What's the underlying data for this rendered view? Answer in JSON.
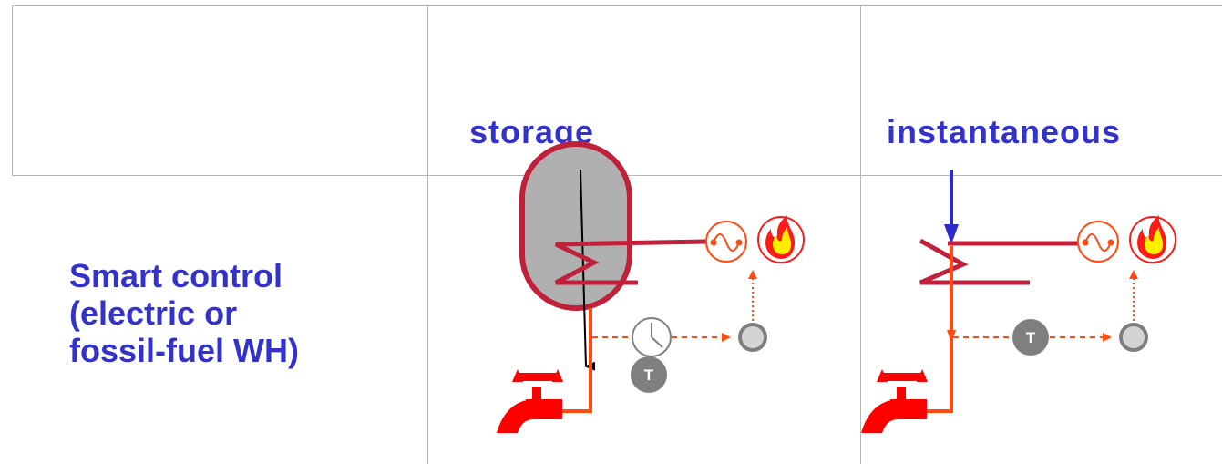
{
  "table": {
    "col_storage_header": "storage",
    "col_instant_header": "instantaneous",
    "row_label": [
      "Smart control",
      "(electric or",
      "fossil-fuel WH)"
    ]
  },
  "diagram": {
    "thermostat_label": "T",
    "icons": [
      "water-tank-icon",
      "heating-coil-icon",
      "electric-supply-icon",
      "flame-icon",
      "clock-timer-icon",
      "thermostat-icon",
      "controller-icon",
      "water-tap-icon",
      "cold-water-inlet-arrow-icon"
    ],
    "colors": {
      "header_text": "#3333cc",
      "tank_fill": "#b0b0b0",
      "tank_outline": "#c0203a",
      "heating_line": "#c0203a",
      "hot_water_pipe": "#ff4a12",
      "signal_line": "#ff4a12",
      "cold_water_arrow": "#2b2bcc",
      "tap": "#ff0000",
      "thermostat": "#7f7f7f",
      "controller": "#d4d4d4",
      "flame_outer": "#ff1a1a",
      "flame_inner": "#ffee00"
    }
  }
}
